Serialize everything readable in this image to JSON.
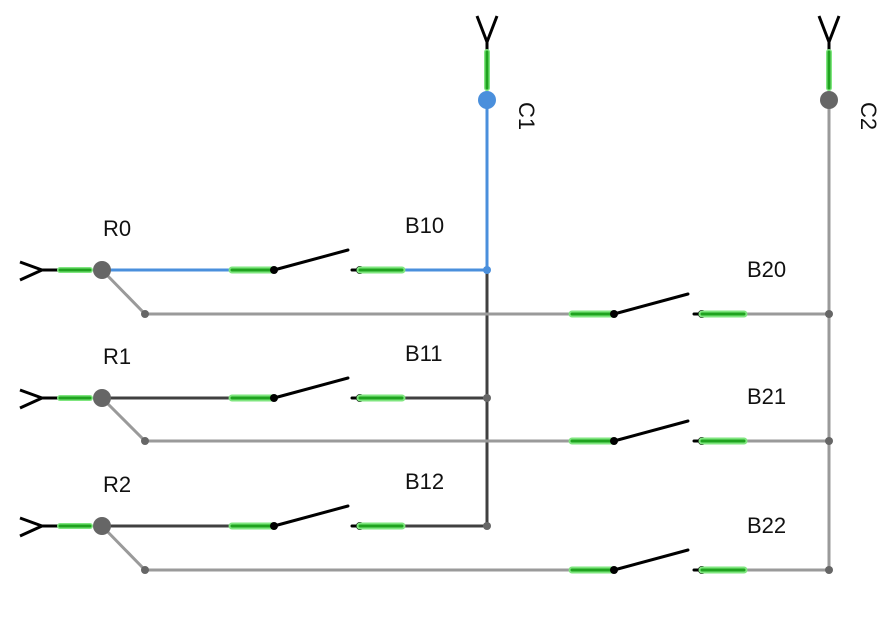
{
  "diagram": {
    "title": "",
    "colors": {
      "active": "#4a8fdc",
      "dark": "#404040",
      "light": "#9a9a9a",
      "node": "#666666",
      "contact_glow": "#7fe67f",
      "contact": "#1fa31f",
      "blade": "#000000",
      "background": "#ffffff"
    },
    "rows": [
      {
        "id": "R0",
        "label": "R0"
      },
      {
        "id": "R1",
        "label": "R1"
      },
      {
        "id": "R2",
        "label": "R2"
      }
    ],
    "columns": [
      {
        "id": "C1",
        "label": "C1"
      },
      {
        "id": "C2",
        "label": "C2"
      }
    ],
    "switches": [
      {
        "id": "B10",
        "label": "B10",
        "row": 0,
        "col": 0,
        "state": "open"
      },
      {
        "id": "B11",
        "label": "B11",
        "row": 1,
        "col": 0,
        "state": "open"
      },
      {
        "id": "B12",
        "label": "B12",
        "row": 2,
        "col": 0,
        "state": "open"
      },
      {
        "id": "B20",
        "label": "B20",
        "row": 0,
        "col": 1,
        "state": "open"
      },
      {
        "id": "B21",
        "label": "B21",
        "row": 1,
        "col": 1,
        "state": "open"
      },
      {
        "id": "B22",
        "label": "B22",
        "row": 2,
        "col": 1,
        "state": "open"
      }
    ],
    "highlighted_path": [
      "R0",
      "B10",
      "C1"
    ]
  }
}
